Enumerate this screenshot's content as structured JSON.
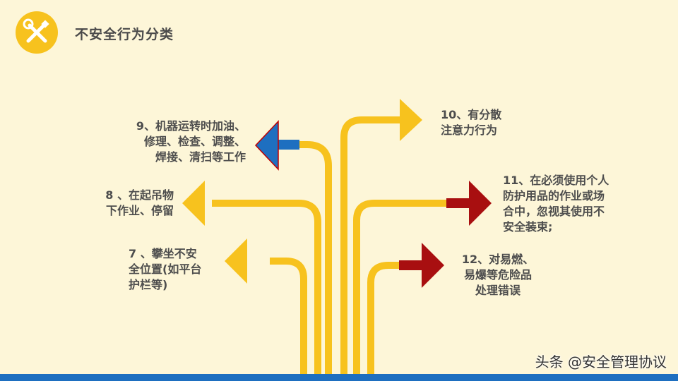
{
  "header": {
    "title": "不安全行为分类",
    "logo_icon": "tools-icon"
  },
  "colors": {
    "background": "#fdf6d8",
    "accent_yellow": "#f7c21e",
    "red": "#a80f10",
    "blue": "#1e6fc0"
  },
  "items": [
    {
      "id": "9",
      "lines": [
        "9、机器运转时加油、",
        "修理、检查、调整、",
        "焊接、清扫等工作"
      ],
      "arrow": "left",
      "arrow_color": "blue"
    },
    {
      "id": "8",
      "lines": [
        "8 、在起吊物",
        "下作业、停留"
      ],
      "arrow": "left",
      "arrow_color": "yellow"
    },
    {
      "id": "7",
      "lines": [
        "7 、攀坐不安",
        "全位置(如平台",
        "护栏等)"
      ],
      "arrow": "left",
      "arrow_color": "yellow"
    },
    {
      "id": "10",
      "lines": [
        "10、有分散",
        "注意力行为"
      ],
      "arrow": "right",
      "arrow_color": "yellow"
    },
    {
      "id": "11",
      "lines": [
        "11、在必须使用个人",
        "防护用品的作业或场",
        "合中，忽视其使用不",
        "安全装束;"
      ],
      "arrow": "right",
      "arrow_color": "red"
    },
    {
      "id": "12",
      "lines": [
        "12、对易燃、",
        "易爆等危险品",
        "处理错误"
      ],
      "arrow": "right",
      "arrow_color": "red"
    }
  ],
  "watermark": "头条 @安全管理协议"
}
